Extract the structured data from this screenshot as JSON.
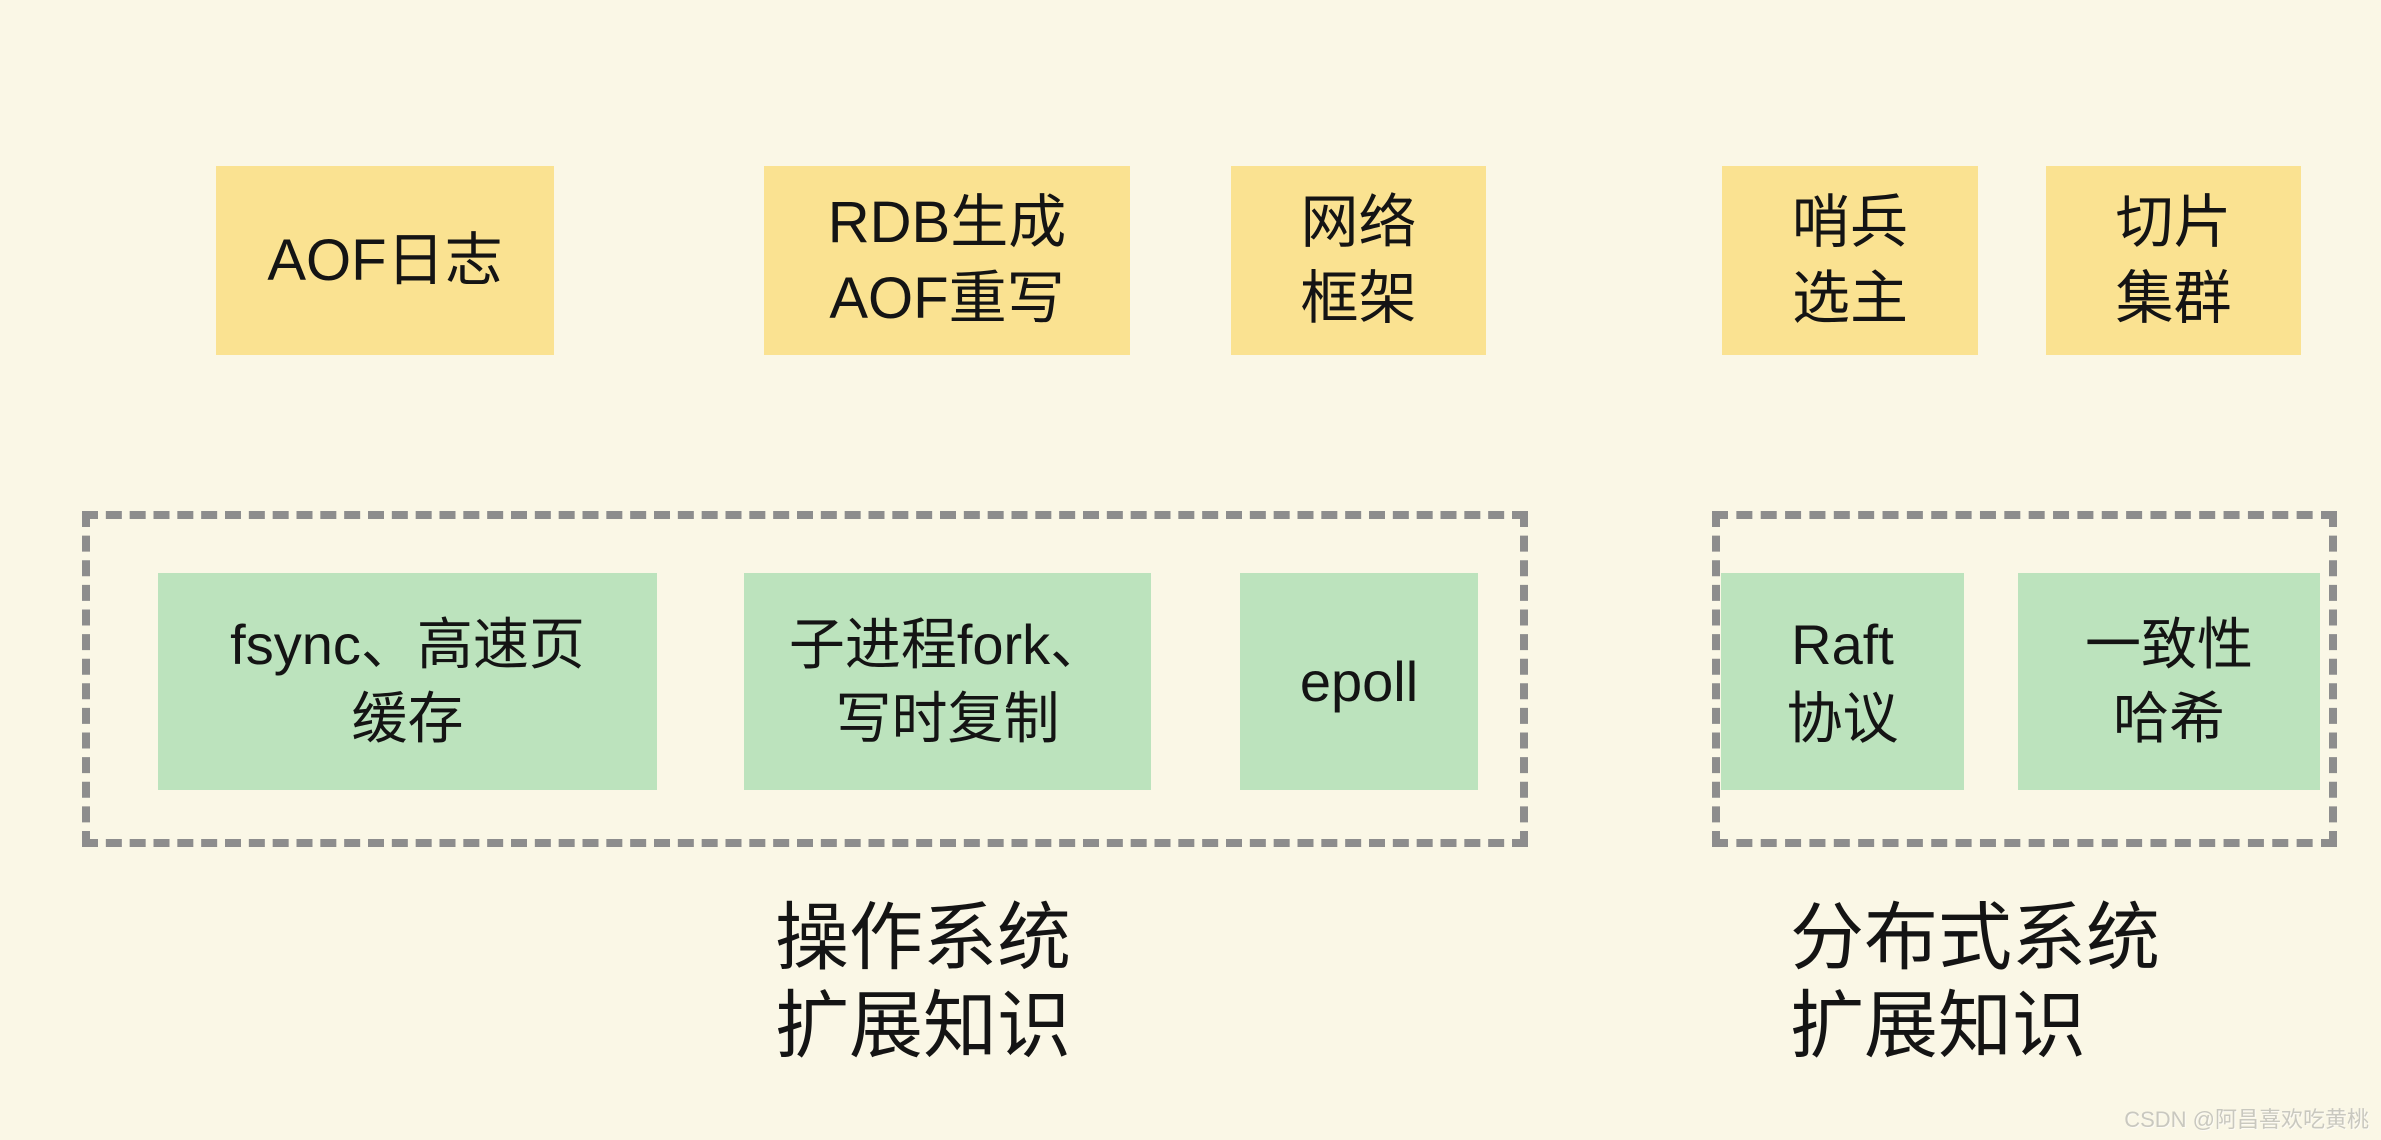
{
  "palette": {
    "background": "#faf7e6",
    "sticky_yellow": "#fae291",
    "sticky_green": "#bce3bd",
    "dash_gray": "#8d8d8d",
    "text": "#141414",
    "watermark_gray": "#c9c8bf"
  },
  "redis_topics": [
    {
      "id": "aof-log",
      "lines": [
        "AOF日志"
      ]
    },
    {
      "id": "rdb-rewrite",
      "lines": [
        "RDB生成",
        "AOF重写"
      ]
    },
    {
      "id": "network",
      "lines": [
        "网络",
        "框架"
      ]
    },
    {
      "id": "sentinel",
      "lines": [
        "哨兵",
        "选主"
      ]
    },
    {
      "id": "sharding",
      "lines": [
        "切片",
        "集群"
      ]
    }
  ],
  "groups": [
    {
      "name": "os",
      "notes": [
        {
          "id": "fsync-page-cache",
          "lines": [
            "fsync、高速页",
            "缓存"
          ]
        },
        {
          "id": "fork-cow",
          "lines": [
            "子进程fork、",
            "写时复制"
          ]
        },
        {
          "id": "epoll",
          "lines": [
            "epoll"
          ]
        }
      ],
      "label_lines": [
        "操作系统",
        "扩展知识"
      ]
    },
    {
      "name": "distributed",
      "notes": [
        {
          "id": "raft",
          "lines": [
            "Raft",
            "协议"
          ]
        },
        {
          "id": "consistent-hash",
          "lines": [
            "一致性",
            "哈希"
          ]
        }
      ],
      "label_lines": [
        "分布式系统",
        "扩展知识"
      ]
    }
  ],
  "watermark": "CSDN @阿昌喜欢吃黄桃"
}
